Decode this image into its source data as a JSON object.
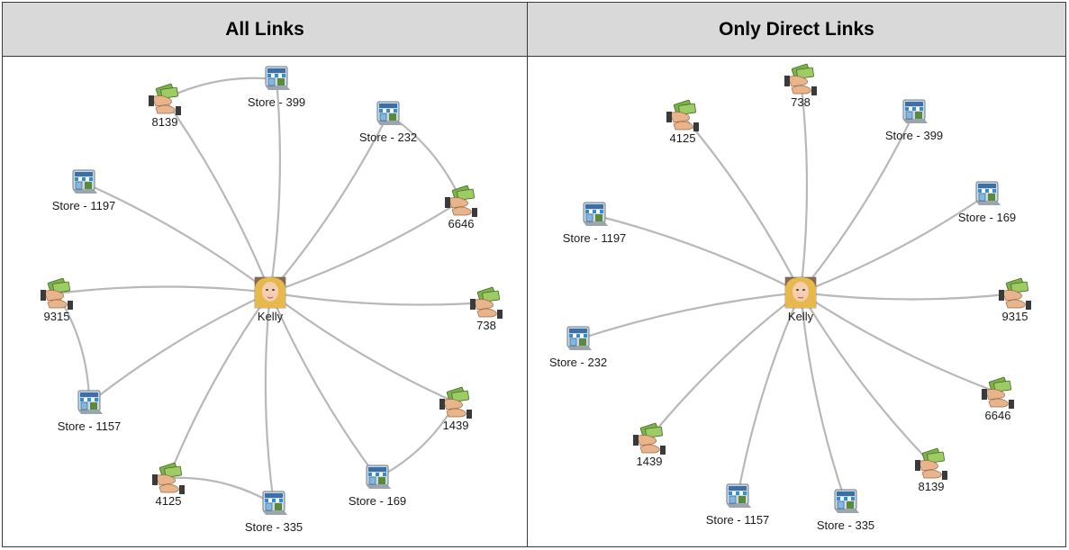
{
  "headers": {
    "left": "All Links",
    "right": "Only Direct Links"
  },
  "colors": {
    "header_bg": "#d9d9d9",
    "edge": "#b8b8b8",
    "border": "#3a3a3a"
  },
  "graphs": [
    {
      "id": "all-links",
      "center": {
        "label": "Kelly",
        "icon": "person-photo-icon"
      },
      "nodes": [
        {
          "label": "Store - 399",
          "icon": "store-icon"
        },
        {
          "label": "8139",
          "icon": "money-hand-icon"
        },
        {
          "label": "Store - 232",
          "icon": "store-icon"
        },
        {
          "label": "6646",
          "icon": "money-hand-icon"
        },
        {
          "label": "Store - 1197",
          "icon": "store-icon"
        },
        {
          "label": "9315",
          "icon": "money-hand-icon"
        },
        {
          "label": "738",
          "icon": "money-hand-icon"
        },
        {
          "label": "Store - 1157",
          "icon": "store-icon"
        },
        {
          "label": "1439",
          "icon": "money-hand-icon"
        },
        {
          "label": "4125",
          "icon": "money-hand-icon"
        },
        {
          "label": "Store - 169",
          "icon": "store-icon"
        },
        {
          "label": "Store - 335",
          "icon": "store-icon"
        }
      ],
      "extra_links": [
        [
          "8139",
          "Store - 399"
        ],
        [
          "Store - 232",
          "6646"
        ],
        [
          "9315",
          "Store - 1157"
        ],
        [
          "1439",
          "Store - 169"
        ],
        [
          "4125",
          "Store - 335"
        ]
      ]
    },
    {
      "id": "only-direct-links",
      "center": {
        "label": "Kelly",
        "icon": "person-photo-icon"
      },
      "nodes": [
        {
          "label": "738",
          "icon": "money-hand-icon"
        },
        {
          "label": "4125",
          "icon": "money-hand-icon"
        },
        {
          "label": "Store - 399",
          "icon": "store-icon"
        },
        {
          "label": "Store - 169",
          "icon": "store-icon"
        },
        {
          "label": "Store - 1197",
          "icon": "store-icon"
        },
        {
          "label": "9315",
          "icon": "money-hand-icon"
        },
        {
          "label": "Store - 232",
          "icon": "store-icon"
        },
        {
          "label": "6646",
          "icon": "money-hand-icon"
        },
        {
          "label": "1439",
          "icon": "money-hand-icon"
        },
        {
          "label": "8139",
          "icon": "money-hand-icon"
        },
        {
          "label": "Store - 1157",
          "icon": "store-icon"
        },
        {
          "label": "Store - 335",
          "icon": "store-icon"
        }
      ],
      "extra_links": []
    }
  ]
}
